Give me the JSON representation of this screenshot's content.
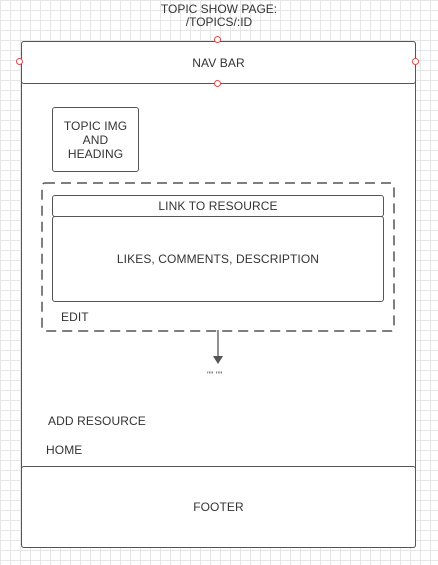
{
  "page": {
    "title_line1": "TOPIC SHOW PAGE:",
    "title_line2": "/TOPICS/:ID"
  },
  "nav": {
    "label": "NAV BAR"
  },
  "topic": {
    "label": "TOPIC IMG AND HEADING"
  },
  "resource": {
    "link_label": "LINK TO RESOURCE",
    "details_label": "LIKES, COMMENTS, DESCRIPTION",
    "edit_label": "EDIT"
  },
  "continuation": {
    "label": "\"\" \"\""
  },
  "actions": {
    "add_resource_label": "ADD RESOURCE",
    "home_label": "HOME"
  },
  "footer": {
    "label": "FOOTER"
  },
  "colors": {
    "grid": "#e6e6e6",
    "stroke": "#555555",
    "text": "#333333",
    "handle": "#e04b4b"
  }
}
